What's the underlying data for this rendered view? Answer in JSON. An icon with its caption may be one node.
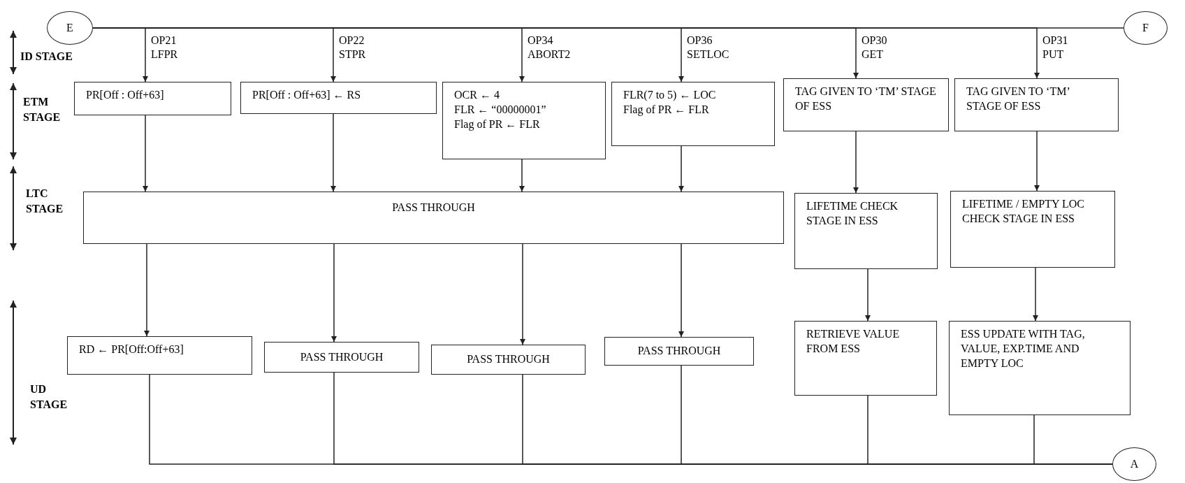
{
  "diagram": {
    "nodes": [
      {
        "text": [
          "E"
        ]
      },
      {
        "text": [
          "F"
        ]
      },
      {
        "text": [
          "PR[Off : Off+63]"
        ]
      },
      {
        "text": [
          "PR[Off : Off+63] ← RS"
        ]
      },
      {
        "text": [
          "OCR ← 4",
          "FLR ← “00000001”",
          "Flag of PR ← FLR"
        ]
      },
      {
        "text": [
          "FLR(7 to 5) ← LOC",
          "Flag of PR ← FLR"
        ]
      },
      {
        "text": [
          "TAG GIVEN TO ‘TM’ STAGE OF ESS"
        ]
      },
      {
        "text": [
          "TAG GIVEN TO ‘TM’ STAGE OF ESS"
        ]
      },
      {
        "text": [
          "PASS THROUGH"
        ]
      },
      {
        "text": [
          "LIFETIME CHECK STAGE IN ESS"
        ]
      },
      {
        "text": [
          "LIFETIME / EMPTY LOC CHECK STAGE IN ESS"
        ]
      },
      {
        "text": [
          "RD ← PR[Off:Off+63]"
        ]
      },
      {
        "text": [
          "PASS THROUGH"
        ]
      },
      {
        "text": [
          "PASS THROUGH"
        ]
      },
      {
        "text": [
          "PASS THROUGH"
        ]
      },
      {
        "text": [
          "RETRIEVE VALUE FROM ESS"
        ]
      },
      {
        "text": [
          "ESS UPDATE WITH TAG, VALUE, EXP.TIME AND EMPTY LOC"
        ]
      },
      {
        "text": [
          "A"
        ]
      }
    ],
    "edges": [
      {
        "from": 0,
        "to": 1,
        "arrow": "none"
      },
      {
        "from": 0,
        "to": 2,
        "arrow": "to",
        "label": "OP21 LFPR"
      },
      {
        "from": 0,
        "to": 3,
        "arrow": "to",
        "label": "OP22 STPR"
      },
      {
        "from": 0,
        "to": 4,
        "arrow": "to",
        "label": "OP34 ABORT2"
      },
      {
        "from": 0,
        "to": 5,
        "arrow": "to",
        "label": "OP36 SETLOC"
      },
      {
        "from": 0,
        "to": 6,
        "arrow": "to",
        "label": "OP30 GET"
      },
      {
        "from": 0,
        "to": 7,
        "arrow": "to",
        "label": "OP31 PUT"
      },
      {
        "from": 2,
        "to": 8,
        "arrow": "to"
      },
      {
        "from": 3,
        "to": 8,
        "arrow": "to"
      },
      {
        "from": 4,
        "to": 8,
        "arrow": "to"
      },
      {
        "from": 5,
        "to": 8,
        "arrow": "to"
      },
      {
        "from": 6,
        "to": 9,
        "arrow": "to"
      },
      {
        "from": 7,
        "to": 10,
        "arrow": "to"
      },
      {
        "from": 8,
        "to": 11,
        "arrow": "to"
      },
      {
        "from": 8,
        "to": 12,
        "arrow": "to"
      },
      {
        "from": 8,
        "to": 13,
        "arrow": "to"
      },
      {
        "from": 8,
        "to": 14,
        "arrow": "to"
      },
      {
        "from": 9,
        "to": 15,
        "arrow": "to"
      },
      {
        "from": 10,
        "to": 16,
        "arrow": "to"
      },
      {
        "from": 11,
        "to": 17,
        "arrow": "none"
      },
      {
        "from": 12,
        "to": 17,
        "arrow": "none"
      },
      {
        "from": 13,
        "to": 17,
        "arrow": "none"
      },
      {
        "from": 14,
        "to": 17,
        "arrow": "none"
      },
      {
        "from": 15,
        "to": 17,
        "arrow": "none"
      },
      {
        "from": 16,
        "to": 17,
        "arrow": "none"
      }
    ],
    "labels": [
      "ID STAGE",
      "ETM STAGE",
      "LTC STAGE",
      "UD STAGE"
    ]
  }
}
